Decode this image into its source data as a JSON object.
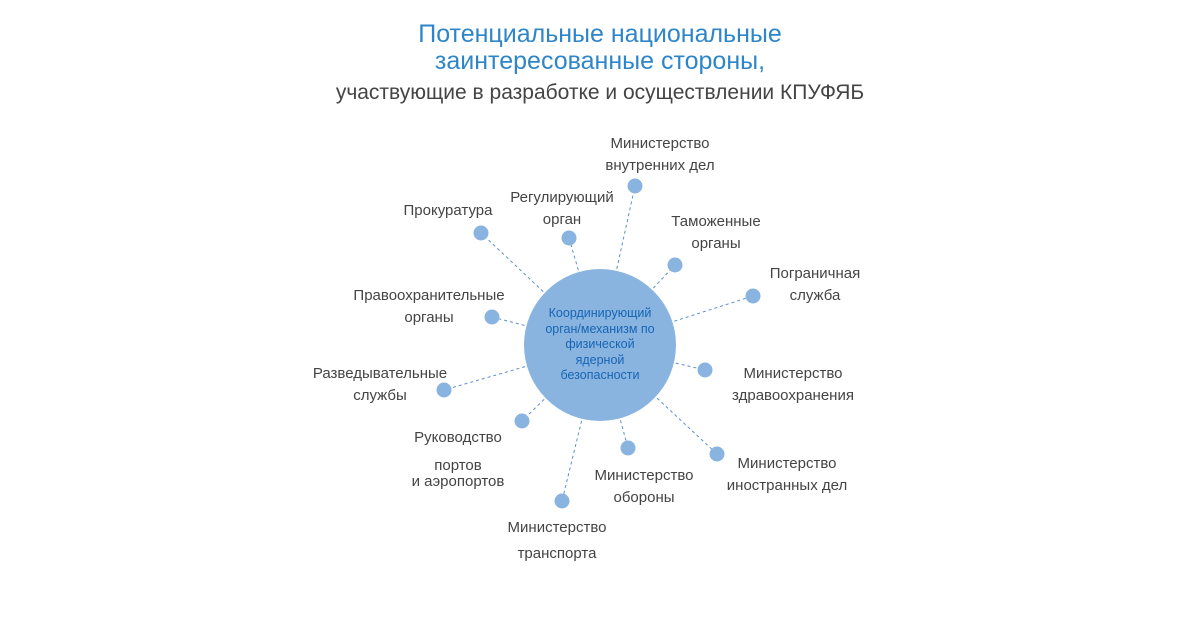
{
  "title": {
    "line1": "Потенциальные национальные",
    "line2": "заинтересованные стороны,",
    "subtitle": "участвующие в разработке и осуществлении КПУФЯБ"
  },
  "colors": {
    "title": "#2e86c8",
    "text": "#444444",
    "node_fill": "#8ab4e0",
    "center_fill": "#8ab4e0",
    "center_text": "#1565b5",
    "connector": "#5b8fcf"
  },
  "center": {
    "lines": [
      "Координирующий",
      "орган/механизм по",
      "физической",
      "ядерной",
      "безопасности"
    ]
  },
  "stakeholders": [
    {
      "id": "mvd",
      "lines": [
        "Министерство",
        "внутренних дел"
      ]
    },
    {
      "id": "regulator",
      "lines": [
        "Регулирующий",
        "орган"
      ]
    },
    {
      "id": "prosecutor",
      "lines": [
        "Прокуратура"
      ]
    },
    {
      "id": "customs",
      "lines": [
        "Таможенные",
        "органы"
      ]
    },
    {
      "id": "border",
      "lines": [
        "Пограничная",
        "служба"
      ]
    },
    {
      "id": "law-enforcement",
      "lines": [
        "Правоохранительные",
        "органы"
      ]
    },
    {
      "id": "intelligence",
      "lines": [
        "Разведывательные",
        "службы"
      ]
    },
    {
      "id": "health",
      "lines": [
        "Министерство",
        "здравоохранения"
      ]
    },
    {
      "id": "ports",
      "lines": [
        "Руководство",
        "портов",
        "и аэропортов"
      ]
    },
    {
      "id": "foreign",
      "lines": [
        "Министерство",
        "иностранных дел"
      ]
    },
    {
      "id": "defense",
      "lines": [
        "Министерство",
        "обороны"
      ]
    },
    {
      "id": "transport",
      "lines": [
        "Министерство",
        "транспорта"
      ]
    }
  ]
}
